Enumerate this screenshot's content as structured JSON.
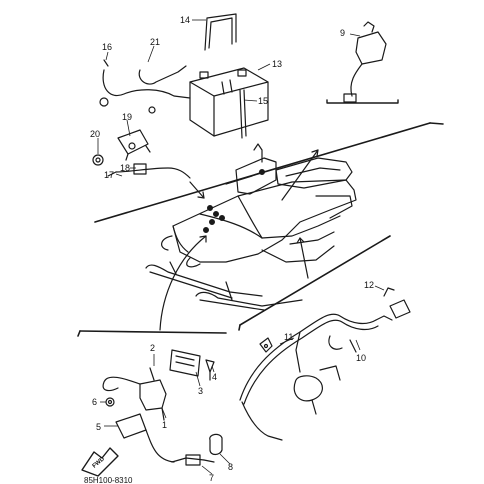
{
  "figure": {
    "code": "85H100-8310",
    "front_arrow": "FWD"
  },
  "callouts": [
    {
      "id": "1",
      "text": "1"
    },
    {
      "id": "2",
      "text": "2"
    },
    {
      "id": "3",
      "text": "3"
    },
    {
      "id": "4",
      "text": "4"
    },
    {
      "id": "5",
      "text": "5"
    },
    {
      "id": "6",
      "text": "6"
    },
    {
      "id": "7",
      "text": "7"
    },
    {
      "id": "8",
      "text": "8"
    },
    {
      "id": "9",
      "text": "9"
    },
    {
      "id": "10",
      "text": "10"
    },
    {
      "id": "11",
      "text": "11"
    },
    {
      "id": "12",
      "text": "12"
    },
    {
      "id": "13",
      "text": "13"
    },
    {
      "id": "14",
      "text": "14"
    },
    {
      "id": "15",
      "text": "15"
    },
    {
      "id": "16",
      "text": "16"
    },
    {
      "id": "17",
      "text": "17"
    },
    {
      "id": "18",
      "text": "18"
    },
    {
      "id": "19",
      "text": "19"
    },
    {
      "id": "20",
      "text": "20"
    },
    {
      "id": "21",
      "text": "21"
    }
  ],
  "colors": {
    "line": "#1a1a1a",
    "background": "#ffffff"
  }
}
